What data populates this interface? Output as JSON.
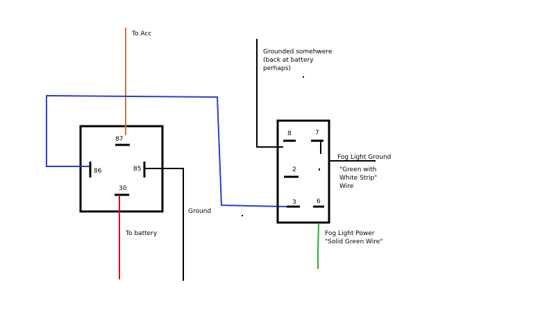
{
  "relay": {
    "pins": {
      "p87": "87",
      "p86": "86",
      "p85": "85",
      "p30": "30"
    }
  },
  "switch": {
    "pins": {
      "p8": "8",
      "p7": "7",
      "p2": "2",
      "p3": "3",
      "p6": "6"
    }
  },
  "labels": {
    "to_acc": "To Acc",
    "to_battery": "To battery",
    "ground": "Ground",
    "grounded_line1": "Grounded somehwere",
    "grounded_line2": "(back at battery",
    "grounded_line3": "perhaps)",
    "fog_ground": "Fog Light Ground",
    "green_line1": "\"Green with",
    "green_line2": "White Strip\"",
    "green_line3": "Wire",
    "fog_power": "Fog Light Power",
    "solid_green": "\"Solid Green Wire\""
  },
  "colors": {
    "acc_wire": "#c07a3e",
    "battery_wire": "#e00000",
    "blue_wire": "#2b3ccf",
    "green_wire": "#22b022",
    "line": "#000000"
  }
}
